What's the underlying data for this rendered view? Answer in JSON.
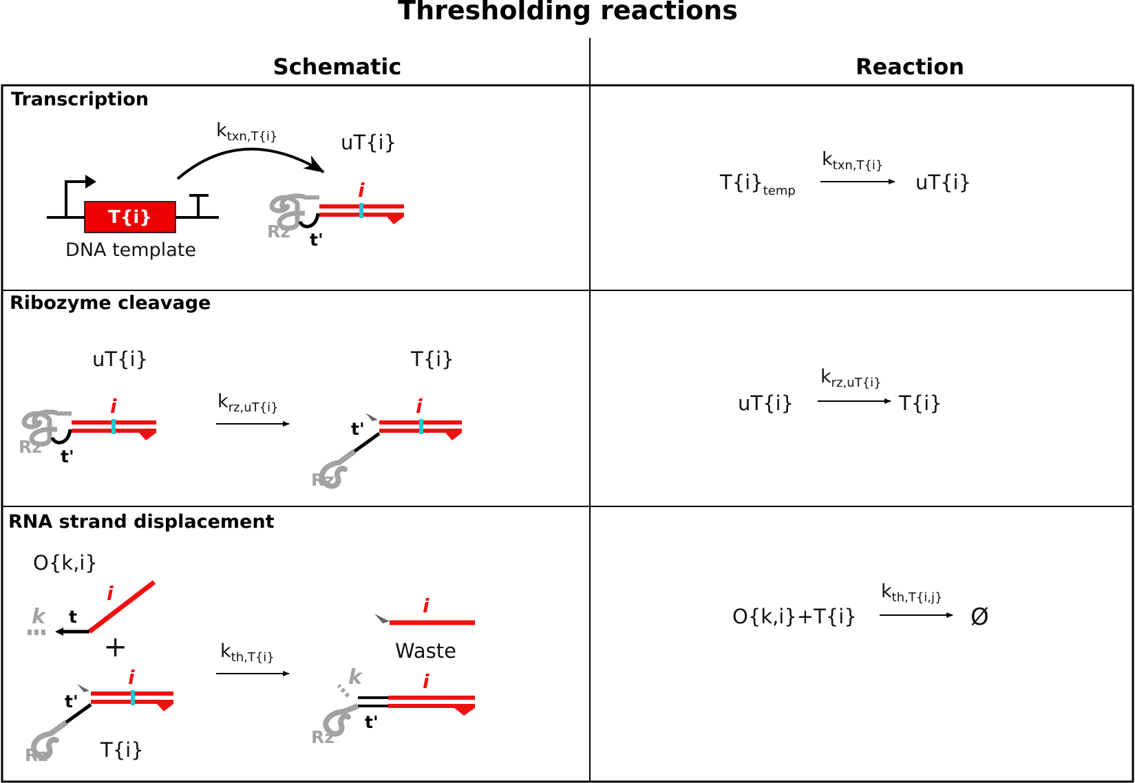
{
  "title": "Thresholding reactions",
  "columns": {
    "schematic": "Schematic",
    "reaction": "Reaction"
  },
  "rows": {
    "transcription": {
      "name": "Transcription",
      "gene_label": "T{i}",
      "template_label": "DNA template",
      "rate_k": "k",
      "rate_sub": "txn,T{i}",
      "product_label": "uT{i}",
      "rz": "Rz",
      "t_prime": "t'",
      "domain_i": "i",
      "reaction": {
        "reactant": "T{i}",
        "reactant_sub": "temp",
        "rate_k": "k",
        "rate_sub": "txn,T{i}",
        "product": "uT{i}"
      }
    },
    "cleavage": {
      "name": "Ribozyme cleavage",
      "reactant_label": "uT{i}",
      "product_label": "T{i}",
      "rate_k": "k",
      "rate_sub": "rz,uT{i}",
      "rz": "Rz",
      "t_prime": "t'",
      "domain_i": "i",
      "reaction": {
        "reactant": "uT{i}",
        "rate_k": "k",
        "rate_sub": "rz,uT{i}",
        "product": "T{i}"
      }
    },
    "displacement": {
      "name": "RNA strand displacement",
      "threshold_label": "O{k,i}",
      "target_label": "T{i}",
      "plus": "+",
      "waste_label": "Waste",
      "rate_k": "k",
      "rate_sub": "th,T{i}",
      "rz": "Rz",
      "t": "t",
      "t_prime": "t'",
      "domain_i": "i",
      "domain_k": "k",
      "reaction": {
        "lhs": "O{k,i}+T{i}",
        "rate_k": "k",
        "rate_sub": "th,T{i,j}",
        "product": "Ø"
      }
    }
  },
  "colors": {
    "rna": "#ee1111",
    "toehold_mark": "#22c7d6",
    "ribozyme": "#a3a3a3",
    "line": "#000000"
  }
}
